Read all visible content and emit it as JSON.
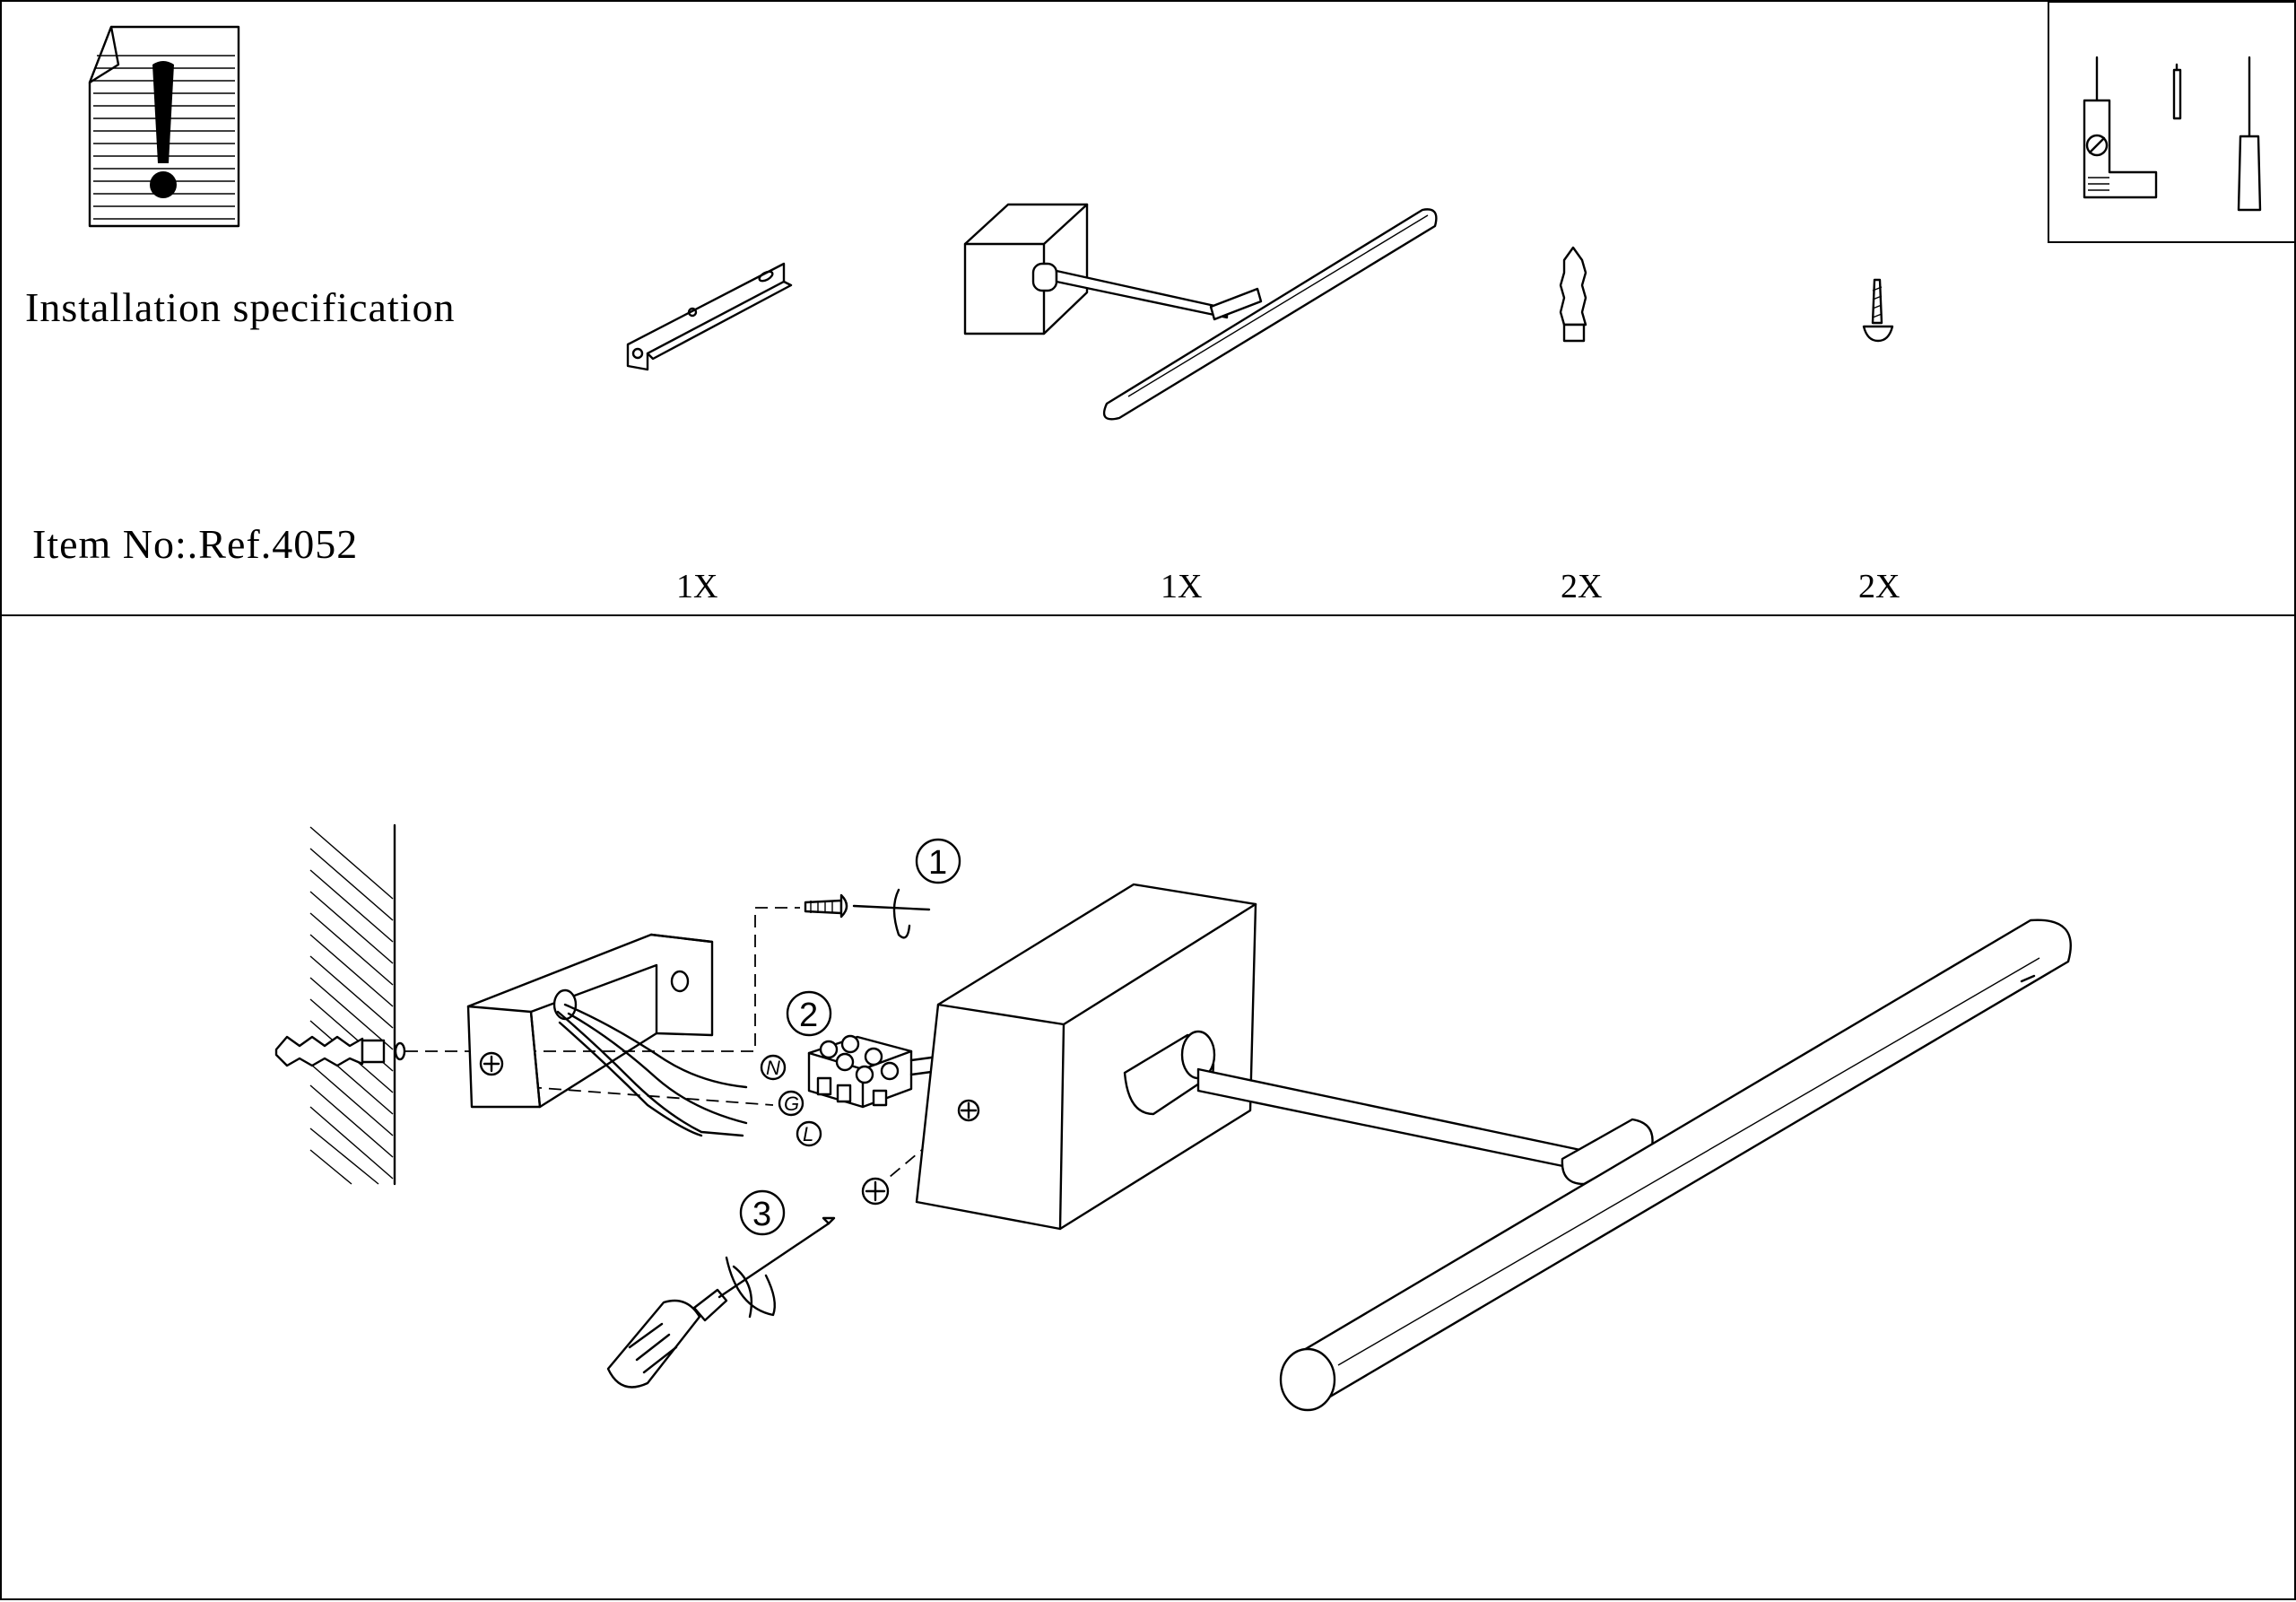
{
  "header": {
    "title": "Installation specification",
    "item_no": "Item No:.Ref.4052"
  },
  "parts": [
    {
      "name": "mounting-bracket",
      "qty": "1X"
    },
    {
      "name": "lamp",
      "qty": "1X"
    },
    {
      "name": "wall-plug",
      "qty": "2X"
    },
    {
      "name": "screw",
      "qty": "2X"
    }
  ],
  "tools": [
    "drill-icon",
    "drill-bit-icon",
    "screwdriver-icon"
  ],
  "steps": [
    "1",
    "2",
    "3"
  ],
  "wire_labels": [
    "N",
    "G",
    "L"
  ]
}
